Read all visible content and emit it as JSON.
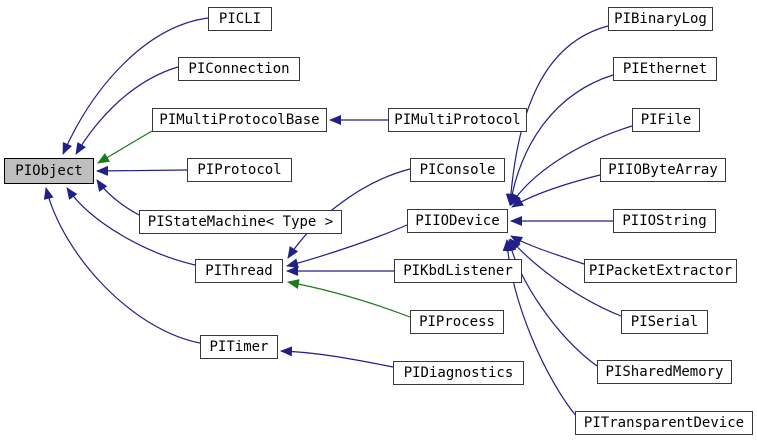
{
  "diagram": {
    "kind": "class-inheritance-graph",
    "background": "#ffffff",
    "colors": {
      "edge_public_inherit": "#202088",
      "edge_protected_inherit": "#1b7a1b",
      "node_border": "#383838",
      "node_fill": "#ffffff",
      "focused_node_fill": "#bfbfbf",
      "text": "#000000"
    },
    "nodes": [
      {
        "label": "PIObject",
        "focused": true
      },
      {
        "label": "PICLI"
      },
      {
        "label": "PIConnection"
      },
      {
        "label": "PIMultiProtocolBase"
      },
      {
        "label": "PIProtocol"
      },
      {
        "label": "PIStateMachine< Type >"
      },
      {
        "label": "PIThread"
      },
      {
        "label": "PITimer"
      },
      {
        "label": "PIMultiProtocol"
      },
      {
        "label": "PIConsole"
      },
      {
        "label": "PIIODevice"
      },
      {
        "label": "PIKbdListener"
      },
      {
        "label": "PIProcess"
      },
      {
        "label": "PIDiagnostics"
      },
      {
        "label": "PIBinaryLog"
      },
      {
        "label": "PIEthernet"
      },
      {
        "label": "PIFile"
      },
      {
        "label": "PIIOByteArray"
      },
      {
        "label": "PIIOString"
      },
      {
        "label": "PIPacketExtractor"
      },
      {
        "label": "PISerial"
      },
      {
        "label": "PISharedMemory"
      },
      {
        "label": "PITransparentDevice"
      }
    ],
    "edges": [
      {
        "from": "PICLI",
        "to": "PIObject",
        "type": "public"
      },
      {
        "from": "PIConnection",
        "to": "PIObject",
        "type": "public"
      },
      {
        "from": "PIMultiProtocolBase",
        "to": "PIObject",
        "type": "protected"
      },
      {
        "from": "PIProtocol",
        "to": "PIObject",
        "type": "public"
      },
      {
        "from": "PIStateMachine< Type >",
        "to": "PIObject",
        "type": "public"
      },
      {
        "from": "PIThread",
        "to": "PIObject",
        "type": "public"
      },
      {
        "from": "PITimer",
        "to": "PIObject",
        "type": "public"
      },
      {
        "from": "PIMultiProtocol",
        "to": "PIMultiProtocolBase",
        "type": "public"
      },
      {
        "from": "PIConsole",
        "to": "PIThread",
        "type": "public"
      },
      {
        "from": "PIIODevice",
        "to": "PIThread",
        "type": "public"
      },
      {
        "from": "PIKbdListener",
        "to": "PIThread",
        "type": "public"
      },
      {
        "from": "PIProcess",
        "to": "PIThread",
        "type": "protected"
      },
      {
        "from": "PIDiagnostics",
        "to": "PITimer",
        "type": "public"
      },
      {
        "from": "PIBinaryLog",
        "to": "PIIODevice",
        "type": "public"
      },
      {
        "from": "PIEthernet",
        "to": "PIIODevice",
        "type": "public"
      },
      {
        "from": "PIFile",
        "to": "PIIODevice",
        "type": "public"
      },
      {
        "from": "PIIOByteArray",
        "to": "PIIODevice",
        "type": "public"
      },
      {
        "from": "PIIOString",
        "to": "PIIODevice",
        "type": "public"
      },
      {
        "from": "PIPacketExtractor",
        "to": "PIIODevice",
        "type": "public"
      },
      {
        "from": "PISerial",
        "to": "PIIODevice",
        "type": "public"
      },
      {
        "from": "PISharedMemory",
        "to": "PIIODevice",
        "type": "public"
      },
      {
        "from": "PITransparentDevice",
        "to": "PIIODevice",
        "type": "public"
      }
    ]
  }
}
